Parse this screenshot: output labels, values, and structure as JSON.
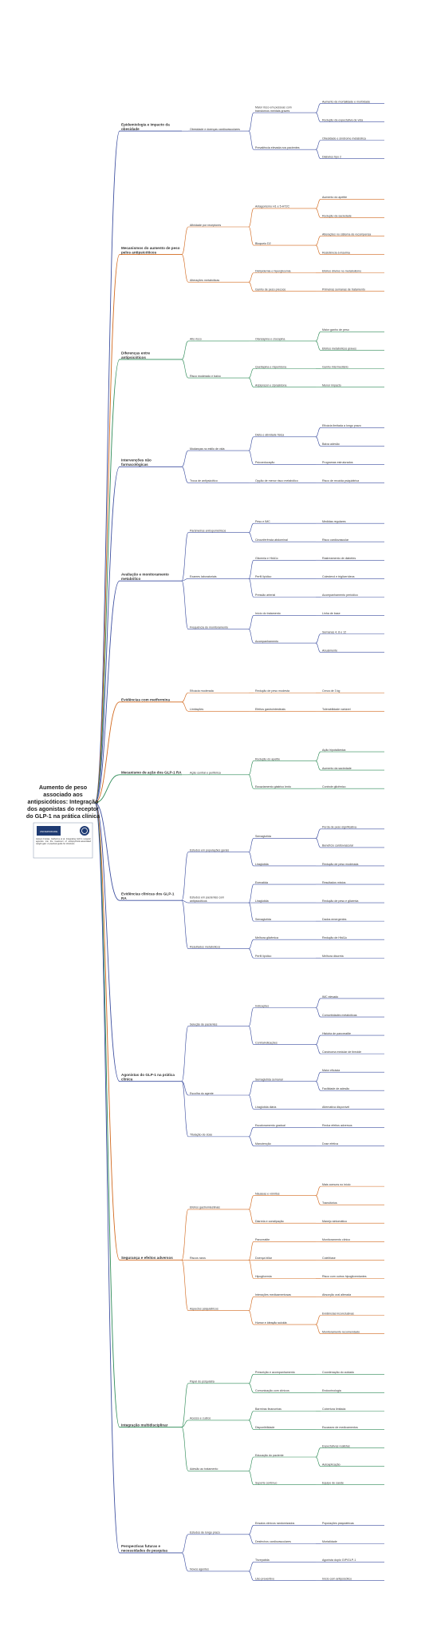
{
  "root": {
    "title_lines": [
      "Aumento de peso",
      "associado aos",
      "antipsicóticos: Integração",
      "dos agonistas do receptor",
      "do GLP-1 na prática clínica"
    ],
    "logo_text": "UNIVERSIDADE",
    "caption": "Jansen Freitas, Catherine et al. Integrating GLP-1 receptor agonists into the treatment of antipsychotic-associated weight gain: A practical guide for clinicians"
  },
  "colors": {
    "blue": "#3d4fa0",
    "orange": "#d2691e",
    "green": "#2e8b57",
    "teal": "#2f8f8f"
  },
  "branches": [
    {
      "label": "Epidemiologia e impacto da obesidade",
      "color": "blue",
      "children": [
        {
          "label": "Obesidade e doenças cardiovasculares",
          "children": [
            {
              "label": "Maior risco em pessoas com transtornos mentais graves",
              "children": [
                "Aumento de mortalidade e morbidade",
                "Redução da expectativa de vida"
              ]
            },
            {
              "label": "Prevalência elevada nos pacientes",
              "children": [
                "Obesidade e síndrome metabólica",
                "Diabetes tipo 2"
              ]
            }
          ]
        }
      ]
    },
    {
      "label": "Mecanismos do aumento de peso pelos antipsicóticos",
      "color": "orange",
      "children": [
        {
          "label": "Afinidade por receptores",
          "children": [
            {
              "label": "Antagonismo H1 e 5-HT2C",
              "children": [
                "Aumento do apetite",
                "Redução da saciedade"
              ]
            },
            {
              "label": "Bloqueio D2",
              "children": [
                "Alterações no sistema de recompensa",
                "Resistência à insulina"
              ]
            }
          ]
        },
        {
          "label": "Alterações metabólicas",
          "children": [
            {
              "label": "Dislipidemia e hiperglicemia",
              "children": [
                "Efeitos diretos no metabolismo"
              ]
            },
            {
              "label": "Ganho de peso precoce",
              "children": [
                "Primeiras semanas de tratamento"
              ]
            }
          ]
        }
      ]
    },
    {
      "label": "Diferenças entre antipsicóticos",
      "color": "green",
      "children": [
        {
          "label": "Alto risco",
          "children": [
            {
              "label": "Olanzapina e clozapina",
              "children": [
                "Maior ganho de peso",
                "Efeitos metabólicos graves"
              ]
            }
          ]
        },
        {
          "label": "Risco moderado e baixo",
          "children": [
            {
              "label": "Quetiapina e risperidona",
              "children": [
                "Ganho intermediário"
              ]
            },
            {
              "label": "Aripiprazol e ziprasidona",
              "children": [
                "Menor impacto"
              ]
            }
          ]
        }
      ]
    },
    {
      "label": "Intervenções não farmacológicas",
      "color": "blue",
      "children": [
        {
          "label": "Mudanças no estilo de vida",
          "children": [
            {
              "label": "Dieta e atividade física",
              "children": [
                "Eficácia limitada a longo prazo",
                "Baixa adesão"
              ]
            },
            {
              "label": "Psicoeducação",
              "children": [
                "Programas estruturados"
              ]
            }
          ]
        },
        {
          "label": "Troca de antipsicótico",
          "children": [
            {
              "label": "Opção de menor risco metabólico",
              "children": [
                "Risco de recaída psiquiátrica"
              ]
            }
          ]
        }
      ]
    },
    {
      "label": "Avaliação e monitoramento metabólico",
      "color": "blue",
      "children": [
        {
          "label": "Parâmetros antropométricos",
          "children": [
            {
              "label": "Peso e IMC",
              "children": [
                "Medidas regulares"
              ]
            },
            {
              "label": "Circunferência abdominal",
              "children": [
                "Risco cardiovascular"
              ]
            }
          ]
        },
        {
          "label": "Exames laboratoriais",
          "children": [
            {
              "label": "Glicemia e HbA1c",
              "children": [
                "Rastreamento de diabetes"
              ]
            },
            {
              "label": "Perfil lipídico",
              "children": [
                "Colesterol e triglicerídeos"
              ]
            },
            {
              "label": "Pressão arterial",
              "children": [
                "Acompanhamento periódico"
              ]
            }
          ]
        },
        {
          "label": "Frequência do monitoramento",
          "children": [
            {
              "label": "Início do tratamento",
              "children": [
                "Linha de base"
              ]
            },
            {
              "label": "Acompanhamento",
              "children": [
                "Semanas 4, 8 e 12",
                "Anualmente"
              ]
            }
          ]
        }
      ]
    },
    {
      "label": "Evidências com metformina",
      "color": "orange",
      "children": [
        {
          "label": "Eficácia moderada",
          "children": [
            {
              "label": "Redução de peso modesta",
              "children": [
                "Cerca de 3 kg"
              ]
            }
          ]
        },
        {
          "label": "Limitações",
          "children": [
            {
              "label": "Efeitos gastrointestinais",
              "children": [
                "Tolerabilidade variável"
              ]
            }
          ]
        }
      ]
    },
    {
      "label": "Mecanismo de ação dos GLP-1 RA",
      "color": "green",
      "children": [
        {
          "label": "Ação central e periférica",
          "children": [
            {
              "label": "Redução do apetite",
              "children": [
                "Ação hipotalâmica",
                "Aumento da saciedade"
              ]
            },
            {
              "label": "Esvaziamento gástrico lento",
              "children": [
                "Controle glicêmico"
              ]
            }
          ]
        }
      ]
    },
    {
      "label": "Evidências clínicas dos GLP-1 RA",
      "color": "blue",
      "children": [
        {
          "label": "Estudos em populações gerais",
          "children": [
            {
              "label": "Semaglutida",
              "children": [
                "Perda de peso significativa",
                "Benefício cardiovascular"
              ]
            },
            {
              "label": "Liraglutida",
              "children": [
                "Redução de peso moderada"
              ]
            }
          ]
        },
        {
          "label": "Estudos em pacientes com antipsicóticos",
          "children": [
            {
              "label": "Exenatida",
              "children": [
                "Resultados mistos"
              ]
            },
            {
              "label": "Liraglutida",
              "children": [
                "Redução de peso e glicemia"
              ]
            },
            {
              "label": "Semaglutida",
              "children": [
                "Dados emergentes"
              ]
            }
          ]
        },
        {
          "label": "Resultados metabólicos",
          "children": [
            {
              "label": "Melhora glicêmica",
              "children": [
                "Redução de HbA1c"
              ]
            },
            {
              "label": "Perfil lipídico",
              "children": [
                "Melhora discreta"
              ]
            }
          ]
        }
      ]
    },
    {
      "label": "Agonistas do GLP-1 na prática clínica",
      "color": "blue",
      "children": [
        {
          "label": "Seleção de pacientes",
          "children": [
            {
              "label": "Indicações",
              "children": [
                "IMC elevado",
                "Comorbidades metabólicas"
              ]
            },
            {
              "label": "Contraindicações",
              "children": [
                "História de pancreatite",
                "Carcinoma medular de tireoide"
              ]
            }
          ]
        },
        {
          "label": "Escolha do agente",
          "children": [
            {
              "label": "Semaglutida semanal",
              "children": [
                "Maior eficácia",
                "Facilidade de adesão"
              ]
            },
            {
              "label": "Liraglutida diária",
              "children": [
                "Alternativa disponível"
              ]
            }
          ]
        },
        {
          "label": "Titulação de dose",
          "children": [
            {
              "label": "Escalonamento gradual",
              "children": [
                "Reduz efeitos adversos"
              ]
            },
            {
              "label": "Manutenção",
              "children": [
                "Dose efetiva"
              ]
            }
          ]
        }
      ]
    },
    {
      "label": "Segurança e efeitos adversos",
      "color": "orange",
      "children": [
        {
          "label": "Efeitos gastrointestinais",
          "children": [
            {
              "label": "Náuseas e vômitos",
              "children": [
                "Mais comuns no início",
                "Transitórios"
              ]
            },
            {
              "label": "Diarreia e constipação",
              "children": [
                "Manejo sintomático"
              ]
            }
          ]
        },
        {
          "label": "Riscos raros",
          "children": [
            {
              "label": "Pancreatite",
              "children": [
                "Monitoramento clínico"
              ]
            },
            {
              "label": "Doença biliar",
              "children": [
                "Colelitíase"
              ]
            },
            {
              "label": "Hipoglicemia",
              "children": [
                "Risco com outros hipoglicemiantes"
              ]
            }
          ]
        },
        {
          "label": "Aspectos psiquiátricos",
          "children": [
            {
              "label": "Interações medicamentosas",
              "children": [
                "Absorção oral alterada"
              ]
            },
            {
              "label": "Humor e ideação suicida",
              "children": [
                "Evidências inconclusivas",
                "Monitoramento recomendado"
              ]
            }
          ]
        }
      ]
    },
    {
      "label": "Integração multidisciplinar",
      "color": "green",
      "children": [
        {
          "label": "Papel do psiquiatra",
          "children": [
            {
              "label": "Prescrição e acompanhamento",
              "children": [
                "Coordenação do cuidado"
              ]
            },
            {
              "label": "Comunicação com clínicos",
              "children": [
                "Endocrinologia"
              ]
            }
          ]
        },
        {
          "label": "Acesso e custos",
          "children": [
            {
              "label": "Barreiras financeiras",
              "children": [
                "Cobertura limitada"
              ]
            },
            {
              "label": "Disponibilidade",
              "children": [
                "Escassez de medicamentos"
              ]
            }
          ]
        },
        {
          "label": "Adesão ao tratamento",
          "children": [
            {
              "label": "Educação do paciente",
              "children": [
                "Expectativas realistas",
                "Autoaplicação"
              ]
            },
            {
              "label": "Suporte contínuo",
              "children": [
                "Equipe de saúde"
              ]
            }
          ]
        }
      ]
    },
    {
      "label": "Perspectivas futuras e necessidades de pesquisa",
      "color": "blue",
      "children": [
        {
          "label": "Estudos de longo prazo",
          "children": [
            {
              "label": "Ensaios clínicos randomizados",
              "children": [
                "Populações psiquiátricas"
              ]
            },
            {
              "label": "Desfechos cardiovasculares",
              "children": [
                "Mortalidade"
              ]
            }
          ]
        },
        {
          "label": "Novos agentes",
          "children": [
            {
              "label": "Tirzepatida",
              "children": [
                "Agonista duplo GIP/GLP-1"
              ]
            },
            {
              "label": "Uso preventivo",
              "children": [
                "Início com antipsicótico"
              ]
            }
          ]
        }
      ]
    }
  ]
}
